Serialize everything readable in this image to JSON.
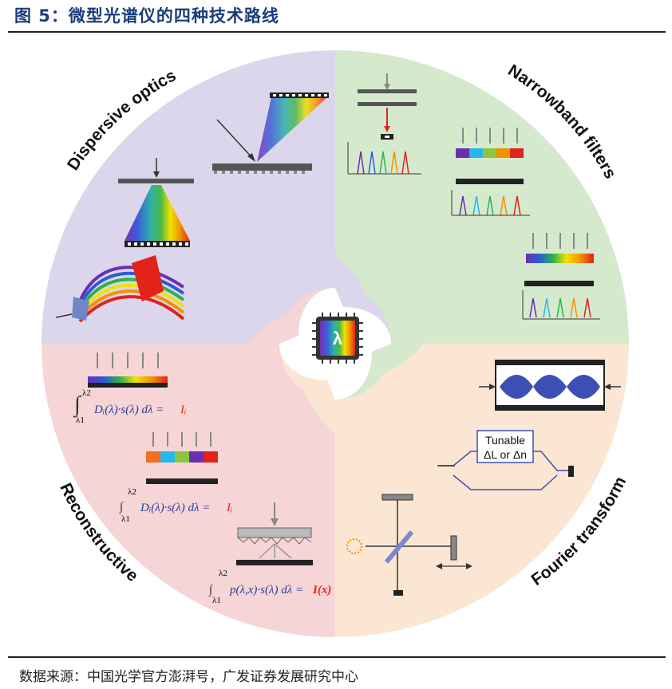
{
  "title": "图 5：微型光谱仪的四种技术路线",
  "source": "数据来源：中国光学官方澎湃号，广发证券发展研究中心",
  "quadrants": {
    "dispersive": "Dispersive optics",
    "narrowband": "Narrowband filters",
    "reconstructive": "Reconstructive",
    "fourier": "Fourier transform"
  },
  "center_symbol": "λ",
  "equations": {
    "lambda_hi": "λ2",
    "lambda_lo": "λ1",
    "eq1": "Dᵢ(λ)·s(λ) dλ = ",
    "eq1_rhs": "Iᵢ",
    "eq2": "Dᵢ(λ)·s(λ) dλ = ",
    "eq2_rhs": "Iᵢ",
    "eq3": "p(λ,x)·s(λ) dλ = ",
    "eq3_rhs": "I(x)"
  },
  "tunable": {
    "line1": "Tunable",
    "line2": "ΔL or Δn"
  },
  "colors": {
    "title": "#1a3d7c",
    "dispersive_bg": "#dcd6ec",
    "narrowband_bg": "#d5e9cd",
    "reconstructive_bg": "#f6d5d7",
    "fourier_bg": "#fbe6d3",
    "blue_ink": "#2b3d9b",
    "red_ink": "#e2231a"
  }
}
